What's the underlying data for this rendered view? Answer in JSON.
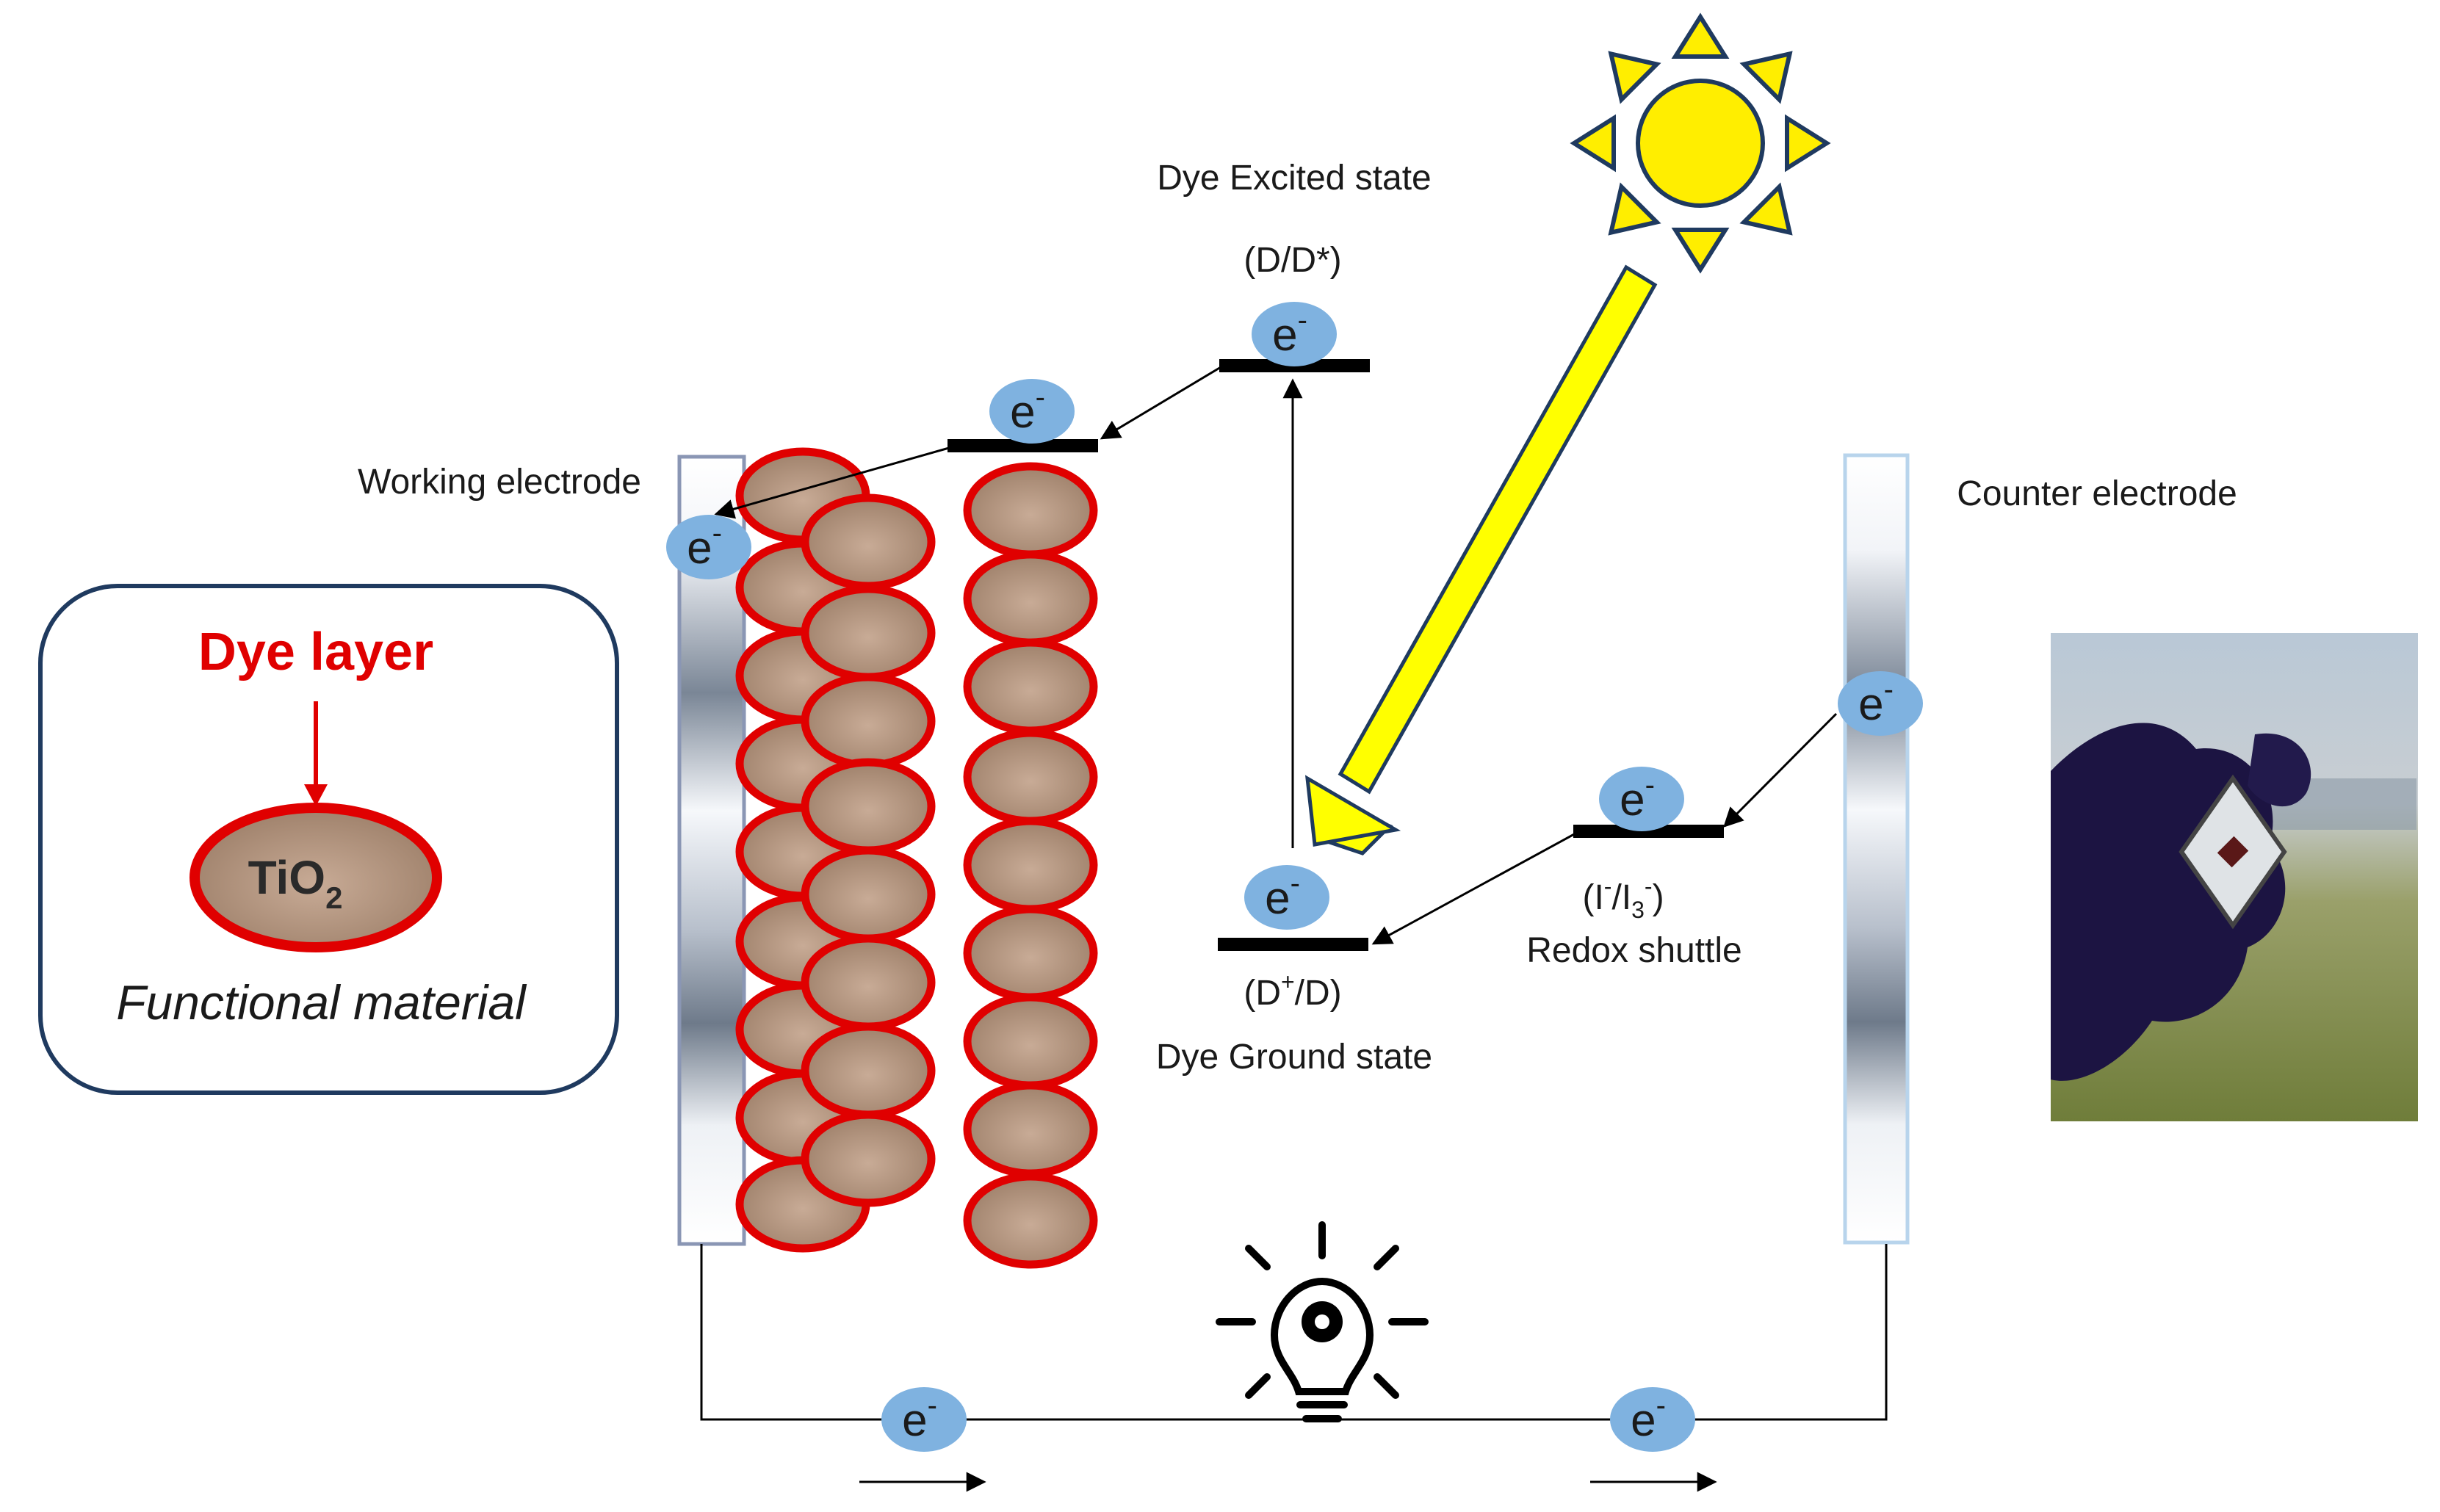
{
  "labels": {
    "dye_excited_state": "Dye Excited state",
    "dye_excited_formula": "(D/D*)",
    "dye_ground_state": "Dye Ground state",
    "dye_ground_formula_open": "(D",
    "dye_ground_formula_sup": "+",
    "dye_ground_formula_close": "/D)",
    "working_electrode": "Working electrode",
    "counter_electrode": "Counter electrode",
    "redox_open": "(I",
    "redox_sup1": "-",
    "redox_mid": "/I",
    "redox_sub": "3",
    "redox_sup2": "-",
    "redox_close": ")",
    "redox_shuttle": "Redox shuttle"
  },
  "electron": {
    "symbol": "e",
    "charge": "-"
  },
  "inset": {
    "title": "Dye layer",
    "particle_main": "TiO",
    "particle_sub": "2",
    "caption": "Functional material"
  },
  "colors": {
    "dye_red": "#e00000",
    "tio2_fill": "#b89880",
    "electron_fill": "#7fb2e0",
    "sun_yellow": "#ffee00",
    "sun_outline": "#1f3a5f",
    "light_beam": "#ffff00",
    "inset_border": "#1f3a5f"
  },
  "icons": [
    "sun-icon",
    "light-bulb-gear-icon",
    "photo-dssc-cell"
  ]
}
